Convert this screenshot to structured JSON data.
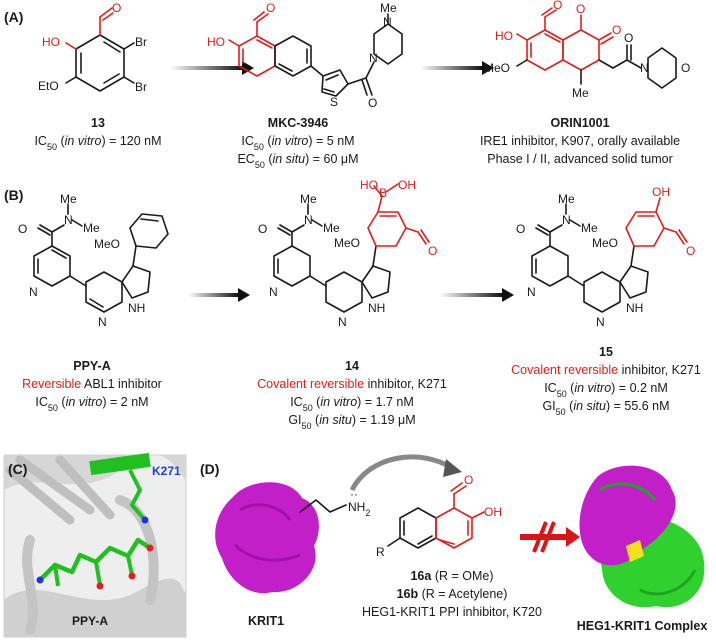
{
  "panels": {
    "a": "(A)",
    "b": "(B)",
    "c": "(C)",
    "d": "(D)"
  },
  "compounds": {
    "c13": {
      "id": "13",
      "ic50_label": "IC",
      "ic50_sub": "50",
      "ic50_cond": "in vitro",
      "ic50_value": ") = 120 nM"
    },
    "mkc": {
      "id": "MKC-3946",
      "ic50_label": "IC",
      "ic50_sub": "50",
      "ic50_cond": "in vitro",
      "ic50_value": ") = 5 nM",
      "ec50_label": "EC",
      "ec50_sub": "50",
      "ec50_cond": "in situ",
      "ec50_value": ") = 60 μM"
    },
    "orin": {
      "id": "ORIN1001",
      "line1": "IRE1 inhibitor, K907, orally available",
      "line2": "Phase I / II, advanced solid tumor"
    },
    "ppya": {
      "id": "PPY-A",
      "red": "Reversible",
      "rest": " ABL1 inhibitor",
      "ic50_label": "IC",
      "ic50_sub": "50",
      "ic50_cond": "in vitro",
      "ic50_value": ") = 2 nM"
    },
    "c14": {
      "id": "14",
      "red": "Covalent reversible",
      "rest": " inhibitor, K271",
      "ic50_label": "IC",
      "ic50_sub": "50",
      "ic50_cond": "in vitro",
      "ic50_value": ") = 1.7 nM",
      "gi50_label": "GI",
      "gi50_sub": "50",
      "gi50_cond": "in situ",
      "gi50_value": ") = 1.19 μM"
    },
    "c15": {
      "id": "15",
      "red": "Covalent reversible",
      "rest": " inhibitor, K271",
      "ic50_label": "IC",
      "ic50_sub": "50",
      "ic50_cond": "in vitro",
      "ic50_value": ") = 0.2 nM",
      "gi50_label": "GI",
      "gi50_sub": "50",
      "gi50_cond": "in situ",
      "gi50_value": ") = 55.6 nM"
    }
  },
  "atoms": {
    "ho": "HO",
    "eto": "EtO",
    "br": "Br",
    "o": "O",
    "n": "N",
    "s": "S",
    "me": "Me",
    "meo": "MeO",
    "oh": "OH",
    "b": "B",
    "h": "H",
    "nh2": "NH",
    "nh2_sub": "2",
    "r": "R",
    "lone_pair": "··"
  },
  "panel_c": {
    "residue": "K271",
    "ligand": "PPY-A"
  },
  "panel_d": {
    "protein": "KRIT1",
    "c16a": "16a",
    "c16a_rest": " (R = OMe)",
    "c16b": "16b",
    "c16b_rest": " (R = Acetylene)",
    "desc": "HEG1-KRIT1 PPI inhibitor, K720",
    "complex": "HEG1-KRIT1 Complex"
  },
  "colors": {
    "highlight": "#e11d1d",
    "lysine_label": "#1f3fd6",
    "krit1_surface": "#c21fc8",
    "heg1_surface": "#2fd12f",
    "contact_patch": "#f2e21b",
    "blocked_arrow": "#d81616"
  }
}
